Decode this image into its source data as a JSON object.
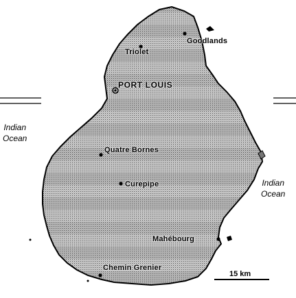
{
  "map": {
    "towns": [
      {
        "name": "Goodlands"
      },
      {
        "name": "Triolet"
      },
      {
        "name": "PORT LOUIS"
      },
      {
        "name": "Quatre Bornes"
      },
      {
        "name": "Curepipe"
      },
      {
        "name": "Mahébourg"
      },
      {
        "name": "Chemin Grenier"
      }
    ],
    "oceans": [
      {
        "line1": "Indian",
        "line2": "Ocean"
      },
      {
        "line1": "Indian",
        "line2": "Ocean"
      }
    ],
    "scale": {
      "label": "15 km"
    },
    "colors": {
      "land_fill": "#b8b8b8",
      "coast": "#000000",
      "text": "#000000"
    }
  }
}
